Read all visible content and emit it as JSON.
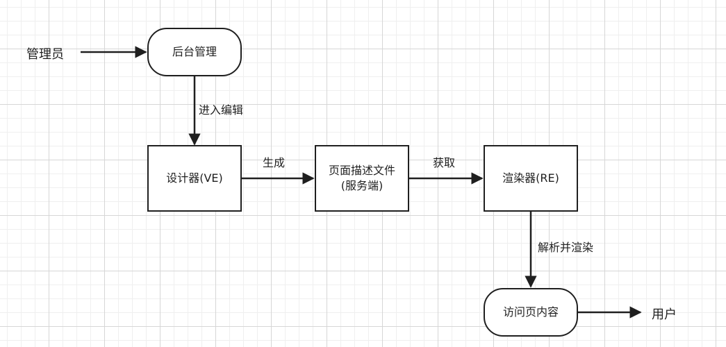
{
  "actors": {
    "admin": "管理员",
    "user": "用户"
  },
  "nodes": {
    "backend": "后台管理",
    "designer": "设计器(VE)",
    "page_desc": "页面描述文件\n(服务端)",
    "renderer": "渲染器(RE)",
    "visit": "访问页内容"
  },
  "edges": {
    "enter_edit": "进入编辑",
    "generate": "生成",
    "fetch": "获取",
    "parse_render": "解析并渲染"
  },
  "colors": {
    "stroke": "#1f1f1f",
    "grid_major": "#d6d6d6",
    "grid_minor": "#efefef"
  }
}
